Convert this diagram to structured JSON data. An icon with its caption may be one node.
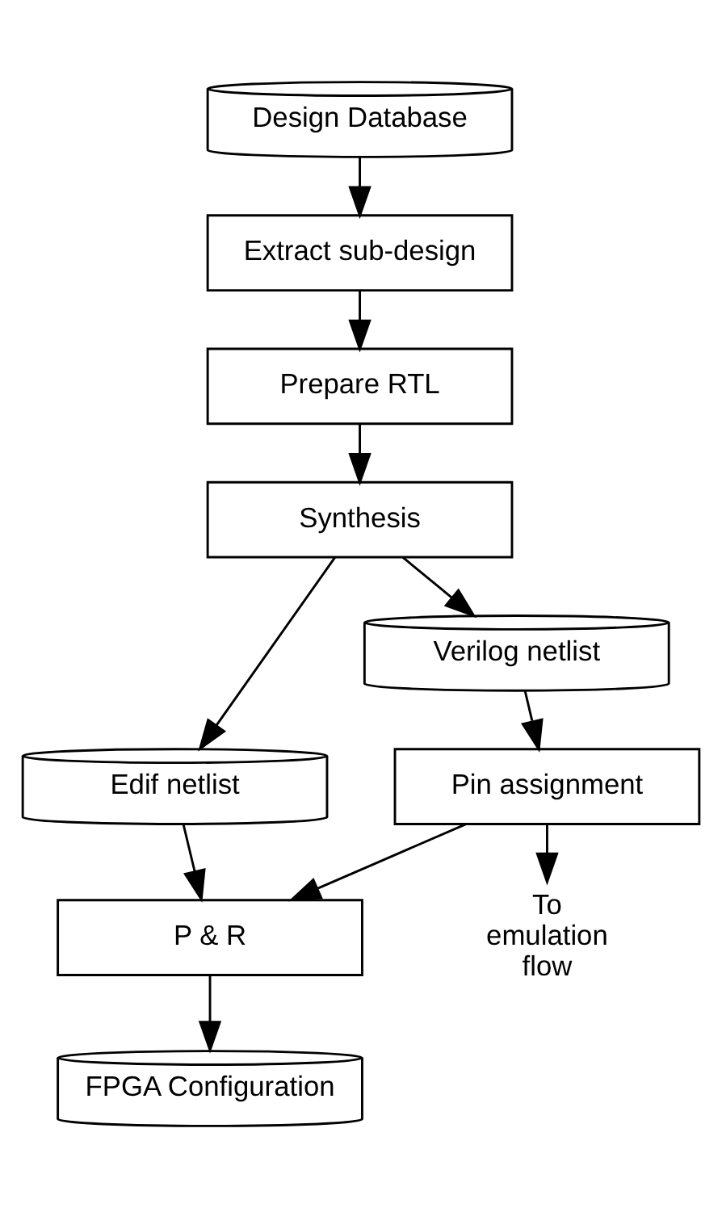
{
  "diagram": {
    "nodes": [
      {
        "text": [
          "Design Database"
        ]
      },
      {
        "text": [
          "Extract sub-design"
        ]
      },
      {
        "text": [
          "Prepare RTL"
        ]
      },
      {
        "text": [
          "Synthesis"
        ]
      },
      {
        "text": [
          "Edif netlist"
        ]
      },
      {
        "text": [
          "Verilog netlist"
        ]
      },
      {
        "text": [
          "Pin assignment"
        ]
      },
      {
        "text": [
          "P & R"
        ]
      },
      {
        "text": [
          "To emulation flow"
        ]
      },
      {
        "text": [
          "FPGA Configuration"
        ]
      }
    ],
    "edges": [
      {
        "from": 0,
        "to": 1,
        "arrow": "to"
      },
      {
        "from": 1,
        "to": 2,
        "arrow": "to"
      },
      {
        "from": 2,
        "to": 3,
        "arrow": "to"
      },
      {
        "from": 3,
        "to": 4,
        "arrow": "to"
      },
      {
        "from": 3,
        "to": 5,
        "arrow": "to"
      },
      {
        "from": 5,
        "to": 6,
        "arrow": "to"
      },
      {
        "from": 4,
        "to": 7,
        "arrow": "to"
      },
      {
        "from": 6,
        "to": 7,
        "arrow": "to"
      },
      {
        "from": 6,
        "to": 8,
        "arrow": "to"
      },
      {
        "from": 7,
        "to": 9,
        "arrow": "to"
      }
    ]
  }
}
